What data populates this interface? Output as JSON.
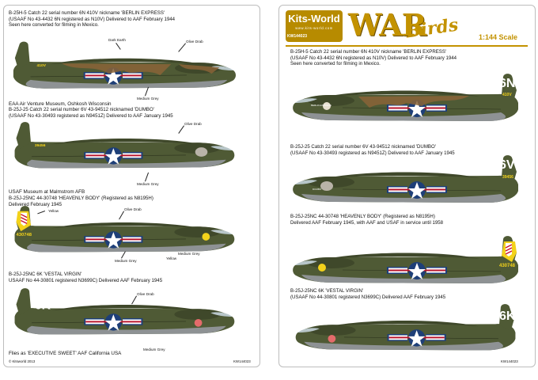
{
  "brand": {
    "name": "Kits-World",
    "url": "www.kits-world.com",
    "code": "KW144023",
    "title_word1": "WAR",
    "title_word2": "Birds",
    "scale": "1:144 Scale"
  },
  "left_panel": {
    "aircraft": [
      {
        "caption": "B-25H-5 Catch 22 serial number 6N 410V nickname 'BERLIN EXPRESS'\n(USAAF No 43-4432 6N registered as N10V) Delivered to AAF February 1944\nSeen here converted for filming in Mexico.",
        "location": "EAA  Air Venture Museum, Oshkosh Wisconsin",
        "code": "6N",
        "sub": "410V",
        "labels": [
          "Dark Earth",
          "Olive Drab",
          "Medium Grey"
        ]
      },
      {
        "caption": "B-25J-25 Catch 22 serial number 6V 43-94512 nicknamed 'DUMBO'\n(USAAF No 43-30493 registered as N9451Z) Delivered to AAF January 1945",
        "location": "USAF Museum at Malmstrom AFB",
        "code": "6V",
        "sub": "39456",
        "labels": [
          "Olive Drab",
          "Medium Grey"
        ]
      },
      {
        "caption": "B-25J-25NC  44-30748 'HEAVENLY BODY' (Registered as N8195H)\nDelivered February 1945",
        "serial": "430748",
        "labels": [
          "Yellow",
          "Olive Drab",
          "Medium Grey",
          "Yellow",
          "Medium Grey"
        ]
      },
      {
        "caption": "B-25J-25NC 6K 'VESTAL VIRGIN'\nUSAAF No 44-30801 registered N3699C) Delivered AAF February 1945",
        "location": "Flies as 'EXECUTIVE SWEET' AAF California USA",
        "code": "6K",
        "labels": [
          "Olive Drab",
          "Medium Grey"
        ]
      }
    ],
    "copyright": "© Kitsworld 2013",
    "code": "KW144023"
  },
  "right_panel": {
    "aircraft": [
      {
        "caption": "B-25H-5 Catch 22 serial number 6N 410V nickname 'BERLIN EXPRESS'\n(USAAF No 43-4432 6N registered as N10V) Delivered to AAF February 1944\nSeen here converted for filming in Mexico.",
        "code": "6N",
        "sub": "410V",
        "nose_art": "BERLIN EXPRESS"
      },
      {
        "caption": "B-25J-25 Catch 22 serial number 6V 43-94512 nicknamed 'DUMBO'\n(USAAF No 43-30493 registered as N9451Z) Delivered to AAF January 1945",
        "code": "6V",
        "sub": "39456",
        "nose_art": "DUMBO"
      },
      {
        "caption": "B-25J-25NC  44-30748 'HEAVENLY BODY' (Registered as N8195H)\nDelivered AAF February 1945, with AAF and USAF in service until 1958",
        "serial": "430748"
      },
      {
        "caption": "B-25J-25NC 6K 'VESTAL VIRGIN'\n(USAAF No 44-30801 registered N3699C) Delivered AAF February 1945",
        "code": "6K"
      }
    ],
    "code": "KW144023"
  },
  "colors": {
    "olive_drab": "#4f5a35",
    "dark_earth": "#8a6437",
    "medium_grey": "#8e9294",
    "yellow": "#f3d21b",
    "star_blue": "#1e3f78",
    "brand_gold": "#c39200"
  }
}
